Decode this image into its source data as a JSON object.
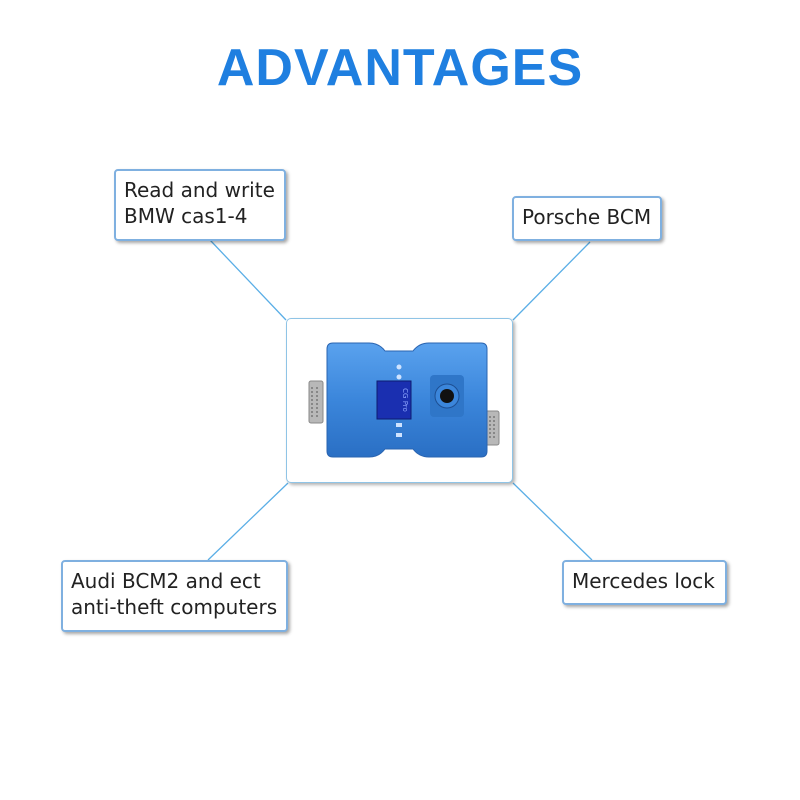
{
  "title": "ADVANTAGES",
  "colors": {
    "title": "#1f7fe0",
    "box_border": "#7fb0e0",
    "connector": "#5aaee6",
    "device_body": "#3b86db",
    "device_screen": "#1a2fb0"
  },
  "features": {
    "bmw": {
      "line1": "Read and write",
      "line2": "BMW cas1-4"
    },
    "porsche": {
      "label": "Porsche BCM"
    },
    "audi": {
      "line1": "Audi BCM2 and ect",
      "line2": "anti-theft computers"
    },
    "mercedes": {
      "label": "Mercedes lock"
    }
  },
  "device": {
    "screen_text": "CG Pro",
    "icon": "obd-device-icon"
  }
}
